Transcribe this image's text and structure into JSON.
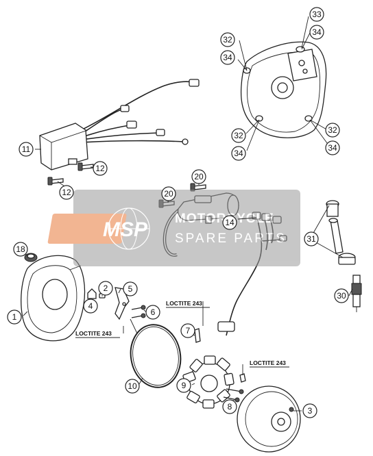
{
  "callouts": {
    "c1": "1",
    "c2": "2",
    "c3": "3",
    "c4": "4",
    "c5": "5",
    "c6": "6",
    "c7": "7",
    "c8": "8",
    "c9": "9",
    "c10": "10",
    "c11": "11",
    "c12a": "12",
    "c12b": "12",
    "c14": "14",
    "c18": "18",
    "c20a": "20",
    "c20b": "20",
    "c30": "30",
    "c31": "31",
    "c32a": "32",
    "c32b": "32",
    "c32c": "32",
    "c33": "33",
    "c34a": "34",
    "c34b": "34",
    "c34c": "34",
    "c34d": "34"
  },
  "loctite": {
    "l1": "LOCTITE 243",
    "l2": "LOCTITE 243",
    "l3": "LOCTITE 243"
  },
  "watermark": {
    "logo": "MSP",
    "line1": "MOTORCYCLE",
    "line2": "SPARE PARTS",
    "color": "#e8793a"
  }
}
